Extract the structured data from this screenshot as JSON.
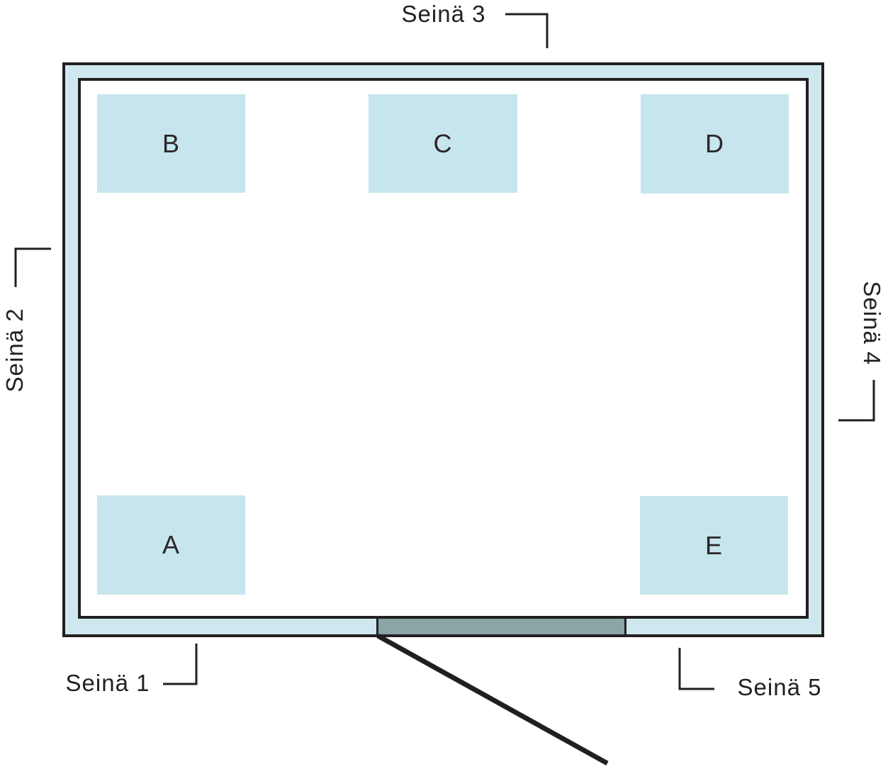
{
  "diagram_type": "room-floor-plan",
  "walls": [
    {
      "label": "Seinä 1",
      "position": "bottom-left"
    },
    {
      "label": "Seinä 2",
      "position": "left"
    },
    {
      "label": "Seinä 3",
      "position": "top"
    },
    {
      "label": "Seinä 4",
      "position": "right"
    },
    {
      "label": "Seinä 5",
      "position": "bottom-right"
    }
  ],
  "zones": [
    {
      "label": "A",
      "location": "bottom-left-inside"
    },
    {
      "label": "B",
      "location": "top-left-inside"
    },
    {
      "label": "C",
      "location": "top-center-inside"
    },
    {
      "label": "D",
      "location": "top-right-inside"
    },
    {
      "label": "E",
      "location": "bottom-right-inside"
    }
  ],
  "door": {
    "name": "door-opening",
    "wall": "bottom-center",
    "swing": "opens-outward-down-right"
  },
  "colors": {
    "wall_fill": "#cfe8f0",
    "zone_fill": "#c7e5ed",
    "door_fill": "#8ba4a5",
    "line": "#231f20",
    "text": "#242021",
    "background": "#ffffff"
  }
}
